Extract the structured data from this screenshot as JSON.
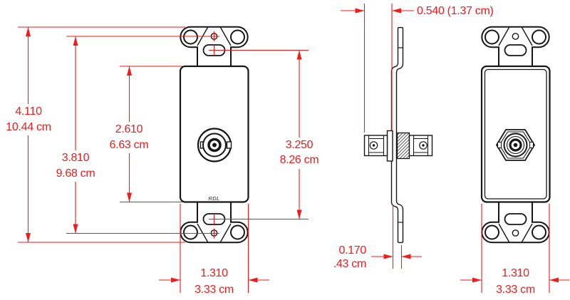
{
  "drawing": {
    "type": "mechanical-dimension-drawing",
    "subject": "Decora-style wall plate with BNC barrel connector, front / side / rear views",
    "brand_label": "RDL",
    "colors": {
      "dimension_red": "#f21a1a",
      "outline_black": "#161616",
      "background": "#ffffff"
    },
    "views": {
      "front": "front view with dimensions",
      "side": "side profile view",
      "rear": "rear view"
    },
    "dimensions": {
      "overall_height": {
        "inches": "4.110",
        "metric": "10.44 cm"
      },
      "screw_hole_spacing": {
        "inches": "3.810",
        "metric": "9.68 cm"
      },
      "insert_height": {
        "inches": "2.610",
        "metric": "6.63 cm"
      },
      "slot_spacing": {
        "inches": "3.250",
        "metric": "8.26 cm"
      },
      "front_width": {
        "inches": "1.310",
        "metric": "3.33 cm"
      },
      "rear_width": {
        "inches": "1.310",
        "metric": "3.33 cm"
      },
      "connector_depth": {
        "label": "0.540 (1.37 cm)"
      },
      "plate_thickness": {
        "inches": "0.170",
        "metric": ".43 cm"
      }
    }
  }
}
